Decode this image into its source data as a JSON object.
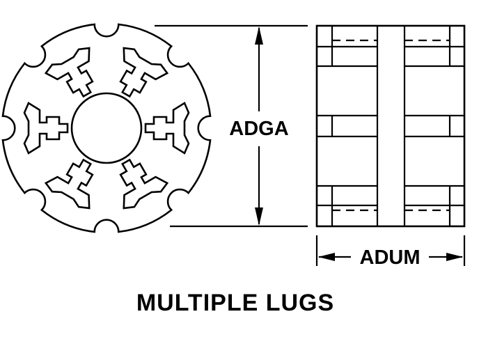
{
  "labels": {
    "height_dimension": "ADGA",
    "width_dimension": "ADUM",
    "caption": "MULTIPLE LUGS"
  },
  "colors": {
    "line": "#000000",
    "background": "#ffffff"
  },
  "drawing": {
    "front_view": {
      "outer_notch_count": 8,
      "inner_lug_count": 6
    },
    "side_view": {
      "horizontal_bands": 3
    }
  }
}
